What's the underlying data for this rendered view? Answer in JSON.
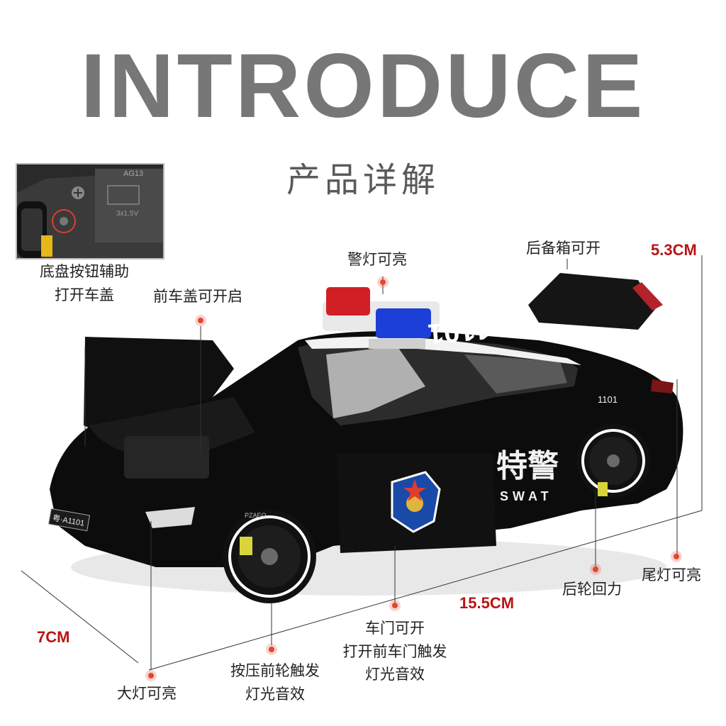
{
  "header": {
    "title": "INTRODUCE",
    "subtitle": "产品详解"
  },
  "inset": {
    "battery_code": "AG13",
    "battery_spec": "3x1.5V"
  },
  "car": {
    "plate": "粤·A1101",
    "roof_number": "1101",
    "side_number": "1101",
    "side_text_cn": "特警",
    "side_text_en": "SWAT",
    "tire_brand": "PZAEO"
  },
  "features": {
    "chassis_button": [
      "底盘按钮辅助",
      "打开车盖"
    ],
    "police_light": "警灯可亮",
    "trunk": "后备箱可开",
    "front_hood": "前车盖可开启",
    "tail_light": "尾灯可亮",
    "rear_wheel": "后轮回力",
    "door": [
      "车门可开",
      "打开前车门触发",
      "灯光音效"
    ],
    "front_wheel": [
      "按压前轮触发",
      "灯光音效"
    ],
    "headlight": "大灯可亮"
  },
  "dimensions": {
    "height": "5.3CM",
    "length": "15.5CM",
    "width": "7CM"
  },
  "colors": {
    "title": "#777777",
    "dimension": "#b81414",
    "marker": "#e1482f",
    "car_body": "#0c0c0c"
  }
}
